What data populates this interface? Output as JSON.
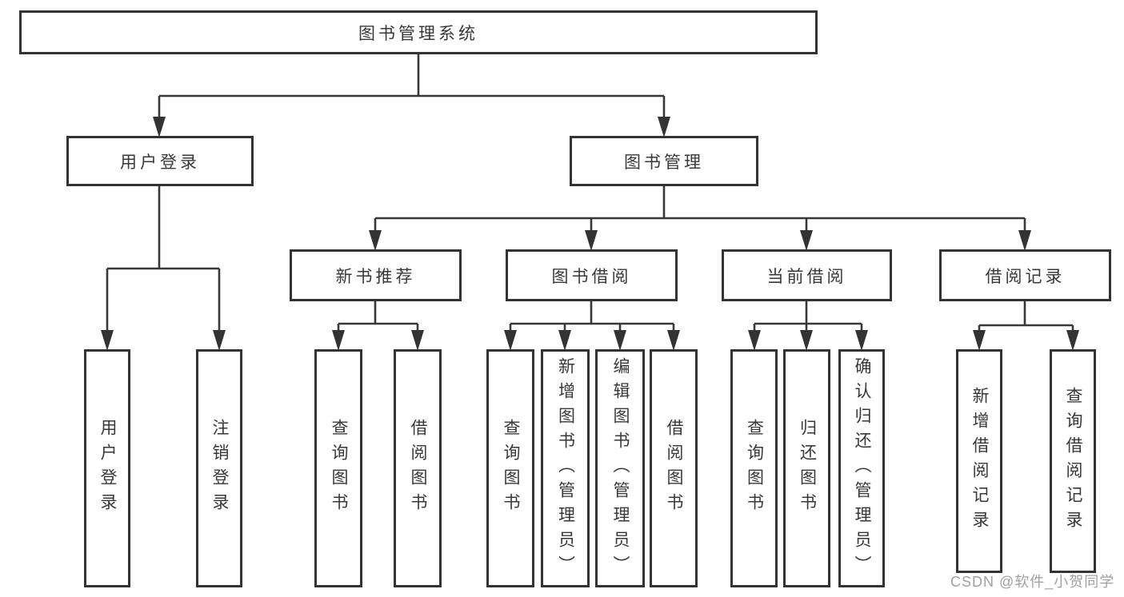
{
  "diagram": {
    "root": "图书管理系统",
    "level2": [
      "用户登录",
      "图书管理"
    ],
    "level3": [
      "新书推荐",
      "图书借阅",
      "当前借阅",
      "借阅记录"
    ],
    "leaves": {
      "user_login": [
        "用户登录",
        "注销登录"
      ],
      "new_book_recommend": [
        "查询图书",
        "借阅图书"
      ],
      "book_borrow": [
        "查询图书",
        "新增图书（管理员）",
        "编辑图书（管理员）",
        "借阅图书"
      ],
      "current_borrow": [
        "查询图书",
        "归还图书",
        "确认归还（管理员）"
      ],
      "borrow_records": [
        "新增借阅记录",
        "查询借阅记录"
      ]
    }
  },
  "watermark": {
    "text": "CSDN @软件_小贺同学"
  },
  "colors": {
    "line": "#383838",
    "box_border": "#333333",
    "text": "#383838",
    "watermark_text": "#a0a0a0",
    "background": "#ffffff"
  }
}
